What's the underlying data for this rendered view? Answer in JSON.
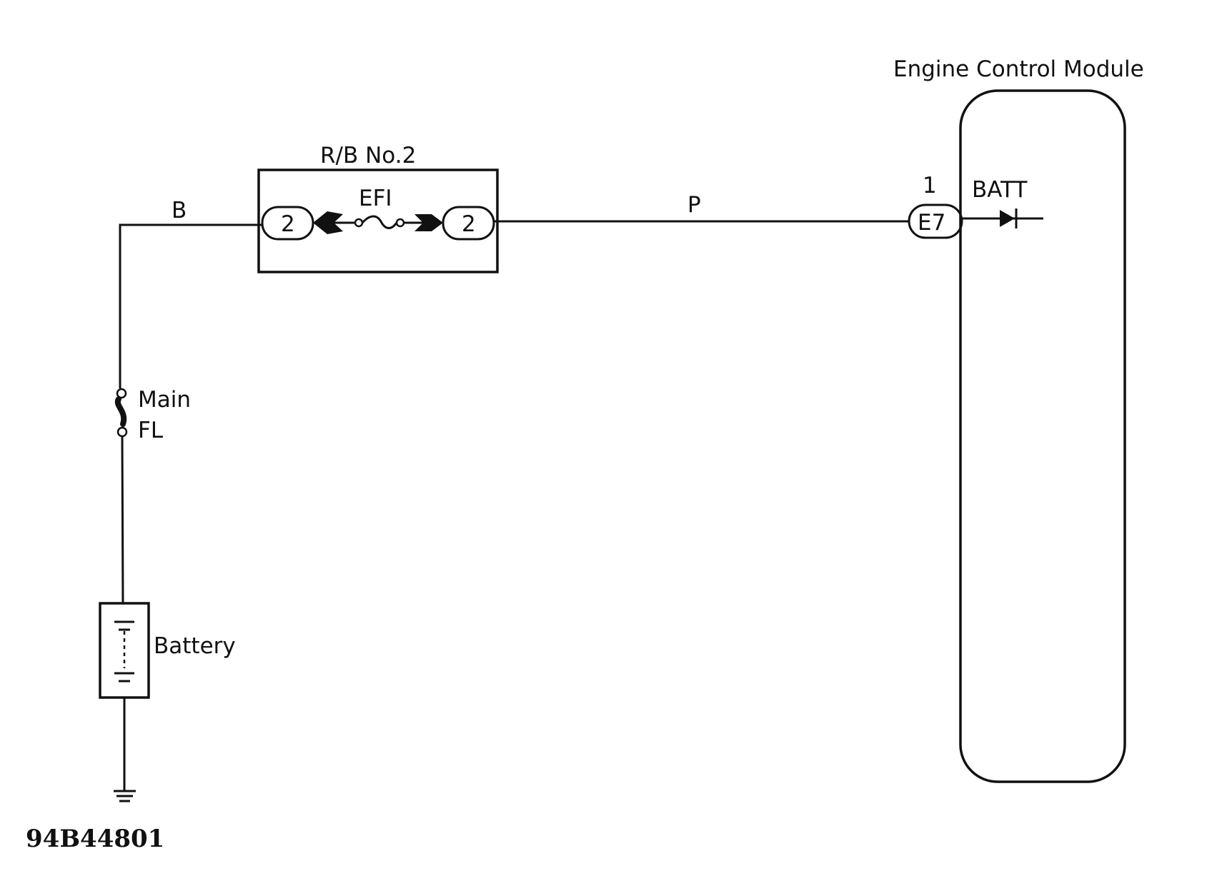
{
  "labels": {
    "ecm": "Engine Control Module",
    "relay_block": "R/B No.2",
    "fuse": "EFI",
    "wire_b": "B",
    "wire_p": "P",
    "pin_number": "1",
    "ecm_connector": "E7",
    "ecm_terminal": "BATT",
    "relay_pin_left": "2",
    "relay_pin_right": "2",
    "main_fl_line1": "Main",
    "main_fl_line2": "FL",
    "battery": "Battery",
    "figure_code": "94B44801"
  }
}
